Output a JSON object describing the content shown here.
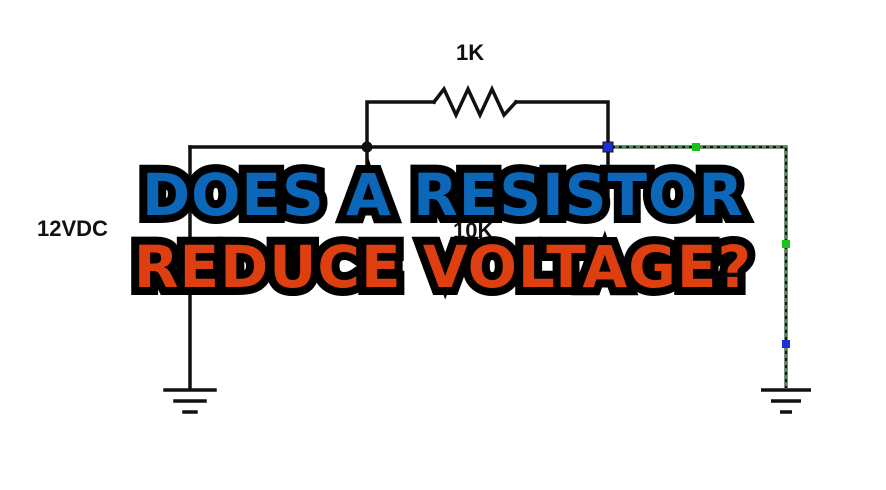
{
  "diagram": {
    "label_top_resistor": "1K",
    "label_middle_resistor": "10K",
    "label_source": "12VDC"
  },
  "title": {
    "line1": "DOES A RESISTOR",
    "line2": "REDUCE VOLTAGE?"
  },
  "colors": {
    "title_line1": "#0d67b8",
    "title_line2": "#dd3f10",
    "title_outline": "#000000",
    "wire": "#111111",
    "probe_wire": "#2d6e2d",
    "probe_marker_green": "#17c417",
    "probe_marker_blue": "#1d2fd6"
  }
}
